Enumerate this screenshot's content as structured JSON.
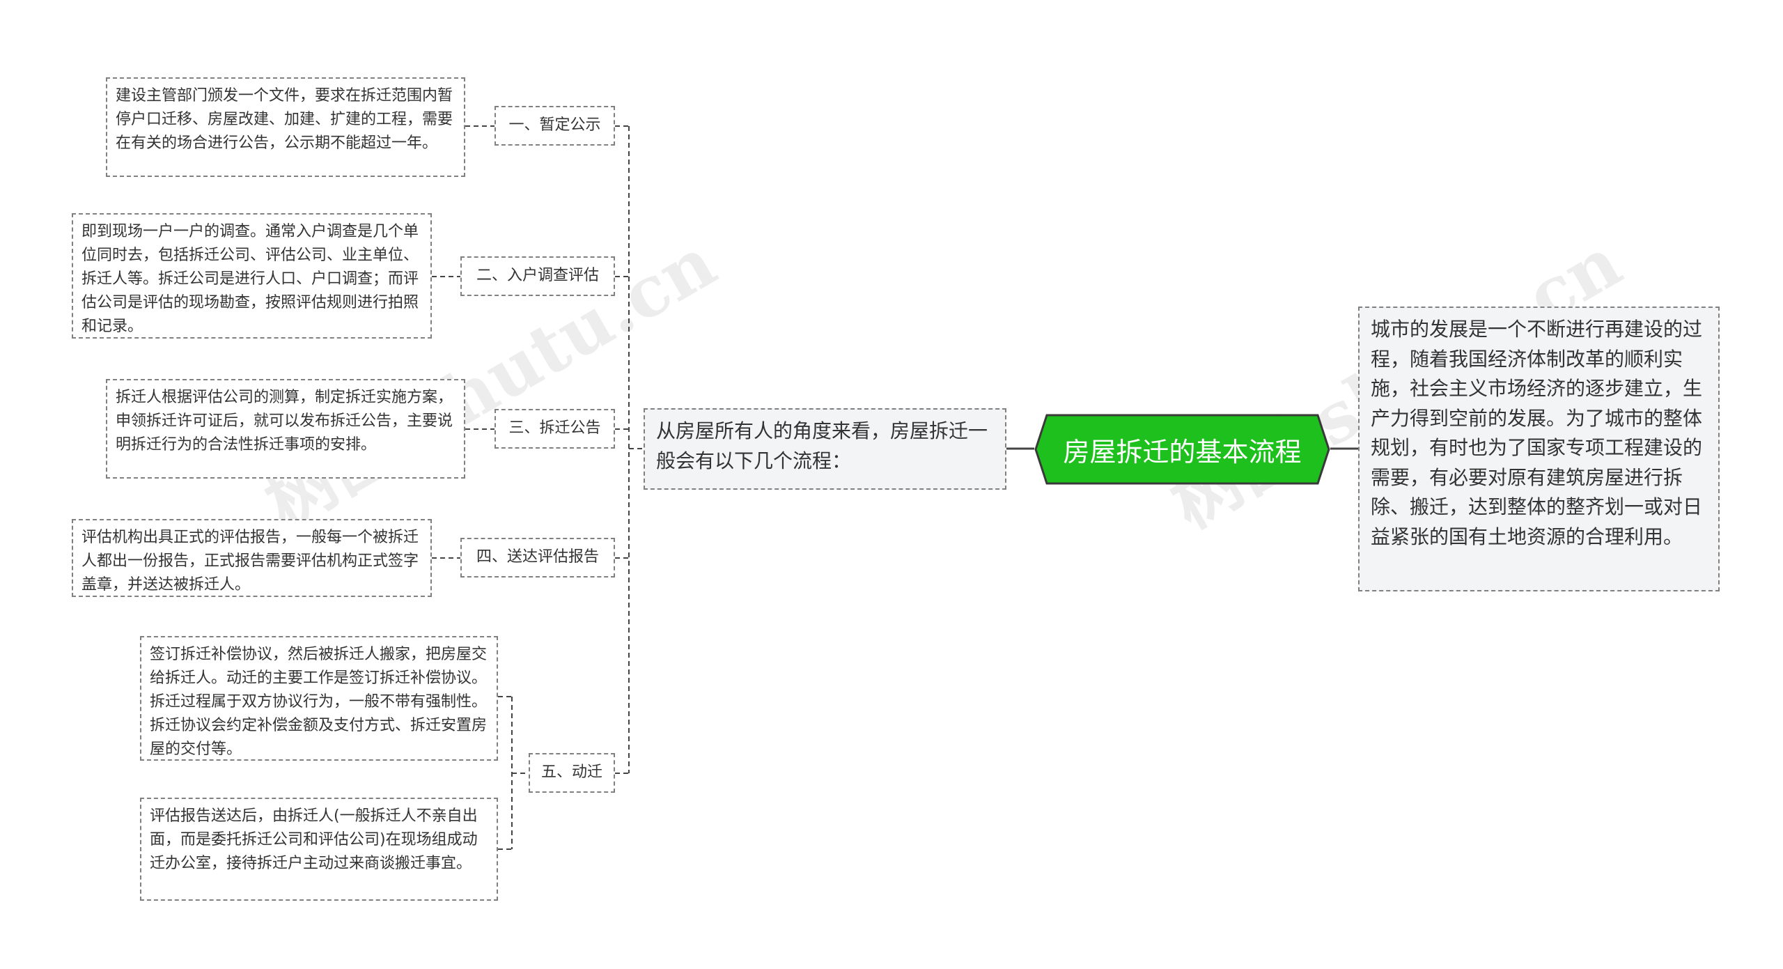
{
  "root": {
    "title": "房屋拆迁的基本流程"
  },
  "intro": {
    "text": "从房屋所有人的角度来看，房屋拆迁一般会有以下几个流程："
  },
  "note": {
    "text": "城市的发展是一个不断进行再建设的过程，随着我国经济体制改革的顺利实施，社会主义市场经济的逐步建立，生产力得到空前的发展。为了城市的整体规划，有时也为了国家专项工程建设的需要，有必要对原有建筑房屋进行拆除、搬迁，达到整体的整齐划一或对日益紧张的国有土地资源的合理利用。"
  },
  "steps": [
    {
      "label": "一、暂定公示",
      "details": [
        "建设主管部门颁发一个文件，要求在拆迁范围内暂停户口迁移、房屋改建、加建、扩建的工程，需要在有关的场合进行公告，公示期不能超过一年。"
      ]
    },
    {
      "label": "二、入户调查评估",
      "details": [
        "即到现场一户一户的调查。通常入户调查是几个单位同时去，包括拆迁公司、评估公司、业主单位、拆迁人等。拆迁公司是进行人口、户口调查；而评估公司是评估的现场勘查，按照评估规则进行拍照和记录。"
      ]
    },
    {
      "label": "三、拆迁公告",
      "details": [
        "拆迁人根据评估公司的测算，制定拆迁实施方案，申领拆迁许可证后，就可以发布拆迁公告，主要说明拆迁行为的合法性拆迁事项的安排。"
      ]
    },
    {
      "label": "四、送达评估报告",
      "details": [
        "评估机构出具正式的评估报告，一般每一个被拆迁人都出一份报告，正式报告需要评估机构正式签字盖章，并送达被拆迁人。"
      ]
    },
    {
      "label": "五、动迁",
      "details": [
        "签订拆迁补偿协议，然后被拆迁人搬家，把房屋交给拆迁人。动迁的主要工作是签订拆迁补偿协议。拆迁过程属于双方协议行为，一般不带有强制性。拆迁协议会约定补偿金额及支付方式、拆迁安置房屋的交付等。",
        "评估报告送达后，由拆迁人(一般拆迁人不亲自出面，而是委托拆迁公司和评估公司)在现场组成动迁办公室，接待拆迁户主动过来商谈搬迁事宜。"
      ]
    }
  ],
  "watermark": {
    "text": "树图 shutu.cn"
  },
  "colors": {
    "root_fill": "#1ec01e",
    "line": "#444444",
    "node_border": "#808080",
    "note_fill": "#f2f4f6"
  }
}
